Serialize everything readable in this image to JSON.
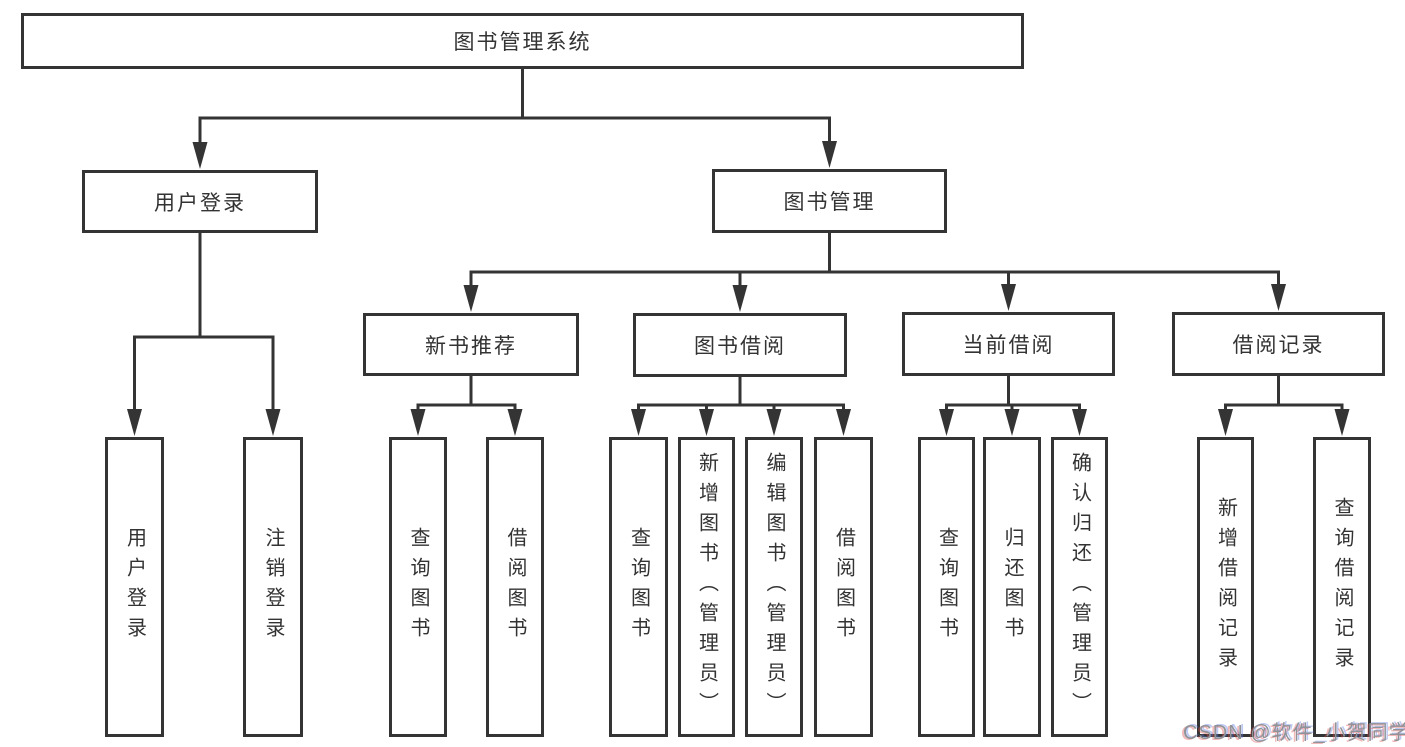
{
  "diagram": {
    "title": "图书管理系统",
    "watermark": "CSDN @软件_小贺同学",
    "colors": {
      "background": "#ffffff",
      "line": "#343434",
      "box_border": "#343434",
      "text": "#333333",
      "watermark": "#8f9296"
    },
    "nodes": [
      {
        "id": "system",
        "label": "图书管理系统",
        "level": 1,
        "text_direction": "horizontal",
        "children": [
          "user-login",
          "book-management"
        ]
      },
      {
        "id": "user-login",
        "label": "用户登录",
        "level": 2,
        "text_direction": "horizontal",
        "children": [
          "login",
          "logout"
        ]
      },
      {
        "id": "book-management",
        "label": "图书管理",
        "level": 2,
        "text_direction": "horizontal",
        "children": [
          "new-book-recommend",
          "book-borrow",
          "current-borrow",
          "borrow-record"
        ]
      },
      {
        "id": "new-book-recommend",
        "label": "新书推荐",
        "level": 3,
        "text_direction": "horizontal",
        "children": [
          "nbr-query-book",
          "nbr-borrow-book"
        ]
      },
      {
        "id": "book-borrow",
        "label": "图书借阅",
        "level": 3,
        "text_direction": "horizontal",
        "children": [
          "bb-query-book",
          "bb-add-book-admin",
          "bb-edit-book-admin",
          "bb-borrow-book"
        ]
      },
      {
        "id": "current-borrow",
        "label": "当前借阅",
        "level": 3,
        "text_direction": "horizontal",
        "children": [
          "cb-query-book",
          "cb-return-book",
          "cb-confirm-return-admin"
        ]
      },
      {
        "id": "borrow-record",
        "label": "借阅记录",
        "level": 3,
        "text_direction": "horizontal",
        "children": [
          "br-add-record",
          "br-query-record"
        ]
      },
      {
        "id": "login",
        "label": "用户登录",
        "level": 4,
        "text_direction": "vertical",
        "children": []
      },
      {
        "id": "logout",
        "label": "注销登录",
        "level": 4,
        "text_direction": "vertical",
        "children": []
      },
      {
        "id": "nbr-query-book",
        "label": "查询图书",
        "level": 4,
        "text_direction": "vertical",
        "children": []
      },
      {
        "id": "nbr-borrow-book",
        "label": "借阅图书",
        "level": 4,
        "text_direction": "vertical",
        "children": []
      },
      {
        "id": "bb-query-book",
        "label": "查询图书",
        "level": 4,
        "text_direction": "vertical",
        "children": []
      },
      {
        "id": "bb-add-book-admin",
        "label": "新增图书（管理员）",
        "level": 4,
        "text_direction": "vertical",
        "children": []
      },
      {
        "id": "bb-edit-book-admin",
        "label": "编辑图书（管理员）",
        "level": 4,
        "text_direction": "vertical",
        "children": []
      },
      {
        "id": "bb-borrow-book",
        "label": "借阅图书",
        "level": 4,
        "text_direction": "vertical",
        "children": []
      },
      {
        "id": "cb-query-book",
        "label": "查询图书",
        "level": 4,
        "text_direction": "vertical",
        "children": []
      },
      {
        "id": "cb-return-book",
        "label": "归还图书",
        "level": 4,
        "text_direction": "vertical",
        "children": []
      },
      {
        "id": "cb-confirm-return-admin",
        "label": "确认归还（管理员）",
        "level": 4,
        "text_direction": "vertical",
        "children": []
      },
      {
        "id": "br-add-record",
        "label": "新增借阅记录",
        "level": 4,
        "text_direction": "vertical",
        "children": []
      },
      {
        "id": "br-query-record",
        "label": "查询借阅记录",
        "level": 4,
        "text_direction": "vertical",
        "children": []
      }
    ]
  }
}
